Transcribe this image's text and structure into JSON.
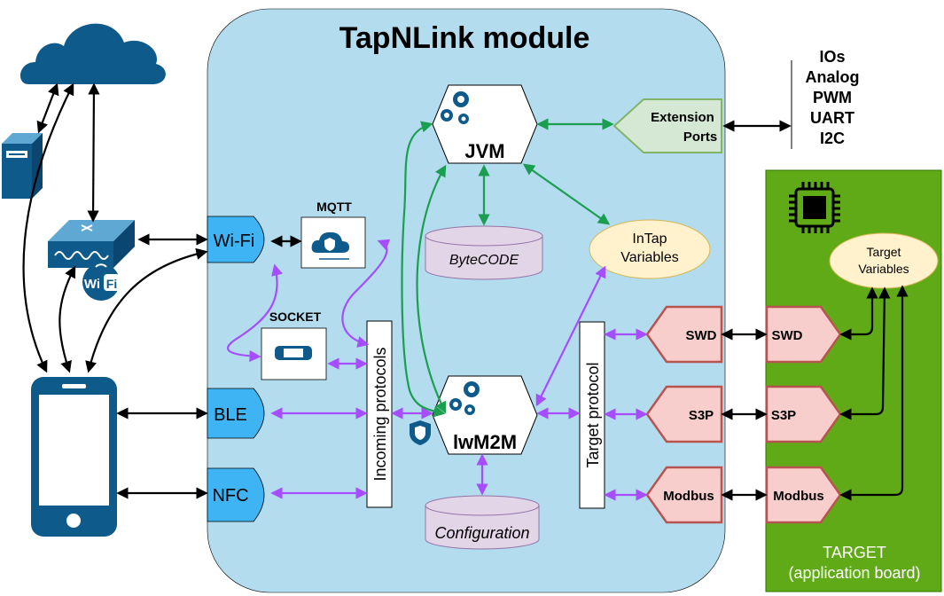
{
  "module": {
    "title": "TapNLink module",
    "jvm": "JVM",
    "lwm2m": "lwM2M",
    "bytecode": "ByteCODE",
    "configuration": "Configuration",
    "intap_variables": [
      "InTap",
      "Variables"
    ],
    "mqtt": "MQTT",
    "socket": "SOCKET",
    "wifi": "Wi-Fi",
    "ble": "BLE",
    "nfc": "NFC",
    "incoming_protocols": "Incoming protocols",
    "target_protocol": "Target protocol",
    "extension_ports": [
      "Extension",
      "Ports"
    ],
    "swd": "SWD",
    "s3p": "S3P",
    "modbus": "Modbus"
  },
  "io_list": [
    "IOs",
    "Analog",
    "PWM",
    "UART",
    "I2C"
  ],
  "target": {
    "label": "TARGET",
    "sublabel": "(application board)",
    "variables": [
      "Target",
      "Variables"
    ],
    "swd": "SWD",
    "s3p": "S3P",
    "modbus": "Modbus"
  },
  "wifi_badge": "Wi",
  "wifi_badge_fi": "Fi",
  "colors": {
    "module_bg": "#b3dcef",
    "connector_blue": "#3fb4f5",
    "purple": "#a64dff",
    "green": "#1b9e50",
    "target_green": "#60a917",
    "pink": "#f8cecc",
    "pink_border": "#b85450",
    "extension_fill": "#d5e8d4",
    "extension_border": "#82b366",
    "variables_fill": "#fff2cc",
    "db_fill": "#e1d5e7",
    "device_blue": "#0e5a8a"
  }
}
